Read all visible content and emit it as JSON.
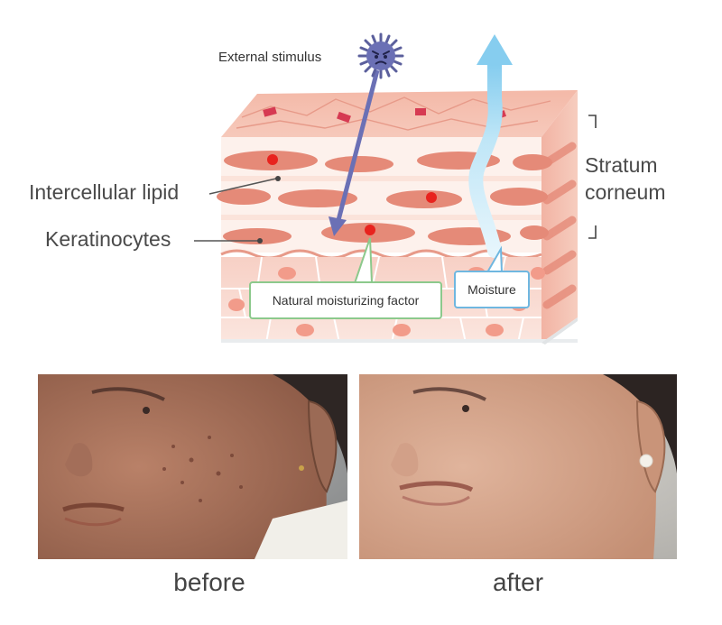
{
  "diagram": {
    "external_stimulus": "External stimulus",
    "intercellular_lipid": "Intercellular lipid",
    "keratinocytes": "Keratinocytes",
    "stratum_corneum_line1": "Stratum",
    "stratum_corneum_line2": "corneum",
    "nmf": "Natural moisturizing factor",
    "moisture": "Moisture"
  },
  "photos": {
    "before_caption": "before",
    "after_caption": "after"
  },
  "colors": {
    "arrow_stimulus": "#6b70b5",
    "arrow_moisture": "#8fd0ee",
    "nmf_border": "#8cc98c",
    "moisture_border": "#6fb7e0",
    "cell": "#e58a78",
    "dot": "#e8231e"
  }
}
